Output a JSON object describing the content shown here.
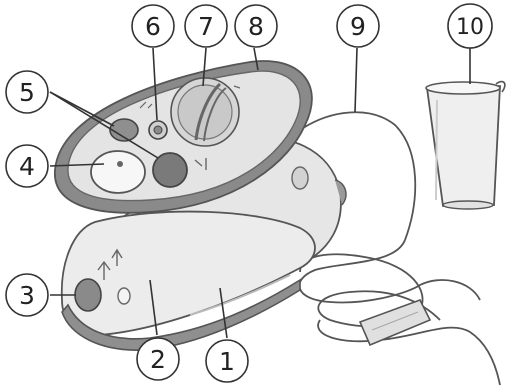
{
  "callouts": [
    {
      "id": "1",
      "label": "1"
    },
    {
      "id": "2",
      "label": "2"
    },
    {
      "id": "3",
      "label": "3"
    },
    {
      "id": "4",
      "label": "4"
    },
    {
      "id": "5",
      "label": "5"
    },
    {
      "id": "6",
      "label": "6"
    },
    {
      "id": "7",
      "label": "7"
    },
    {
      "id": "8",
      "label": "8"
    },
    {
      "id": "9",
      "label": "9"
    },
    {
      "id": "10",
      "label": "10"
    }
  ],
  "colors": {
    "body": "#e8e8e8",
    "top_plate": "#dcdcdc",
    "rim": "#8a8a8a",
    "soleplate": "#9a9a9a",
    "button_dark": "#777777",
    "line": "#333333"
  }
}
